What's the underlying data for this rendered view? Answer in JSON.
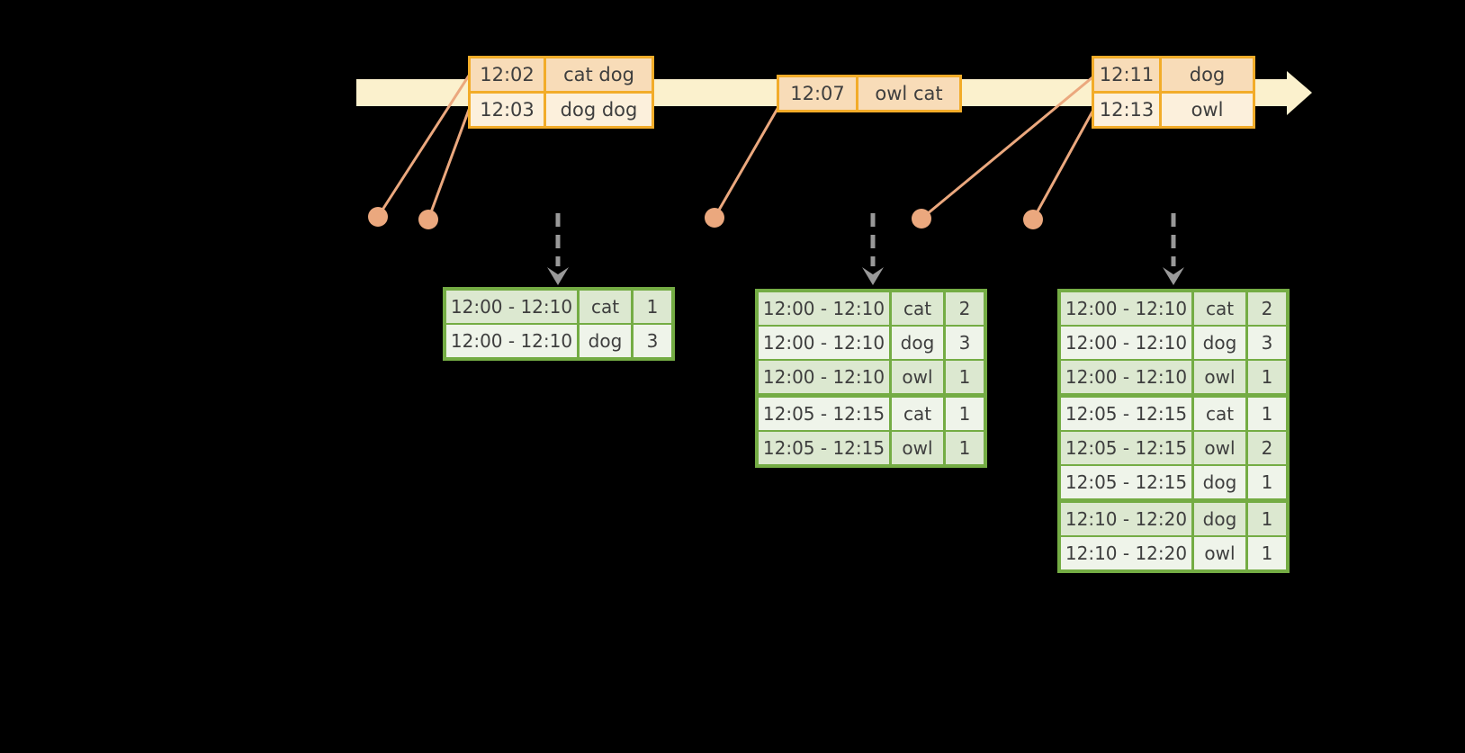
{
  "diagram": {
    "title": "windowed-grouped-aggregation-stream",
    "colors": {
      "background": "#000000",
      "timeline_fill": "#FBF1CD",
      "event_table_border": "#F2AC29",
      "event_row_peach": "#F8DCB8",
      "event_row_cream": "#FCF0DC",
      "connector_salmon": "#EBA87E",
      "result_table_border": "#74AC44",
      "result_row_dark": "#DCE8D0",
      "result_row_light": "#EFF4EA",
      "trigger_arrow_gray": "#999999",
      "text": "#3E3E3E"
    },
    "timeline": {
      "events": [
        {
          "time": "12:02",
          "data": "cat dog"
        },
        {
          "time": "12:03",
          "data": "dog dog"
        },
        {
          "time": "12:07",
          "data": "owl cat"
        },
        {
          "time": "12:11",
          "data": "dog"
        },
        {
          "time": "12:13",
          "data": "owl"
        }
      ]
    },
    "event_tables": [
      {
        "rows": [
          {
            "time": "12:02",
            "value": "cat dog"
          },
          {
            "time": "12:03",
            "value": "dog dog"
          }
        ]
      },
      {
        "rows": [
          {
            "time": "12:07",
            "value": "owl cat"
          }
        ]
      },
      {
        "rows": [
          {
            "time": "12:11",
            "value": "dog"
          },
          {
            "time": "12:13",
            "value": "owl"
          }
        ]
      }
    ],
    "result_tables": [
      {
        "rows": [
          {
            "window": "12:00 - 12:10",
            "animal": "cat",
            "count": "1"
          },
          {
            "window": "12:00 - 12:10",
            "animal": "dog",
            "count": "3"
          }
        ]
      },
      {
        "rows": [
          {
            "window": "12:00 - 12:10",
            "animal": "cat",
            "count": "2"
          },
          {
            "window": "12:00 - 12:10",
            "animal": "dog",
            "count": "3"
          },
          {
            "window": "12:00 - 12:10",
            "animal": "owl",
            "count": "1"
          },
          {
            "window": "12:05 - 12:15",
            "animal": "cat",
            "count": "1"
          },
          {
            "window": "12:05 - 12:15",
            "animal": "owl",
            "count": "1"
          }
        ]
      },
      {
        "rows": [
          {
            "window": "12:00 - 12:10",
            "animal": "cat",
            "count": "2"
          },
          {
            "window": "12:00 - 12:10",
            "animal": "dog",
            "count": "3"
          },
          {
            "window": "12:00 - 12:10",
            "animal": "owl",
            "count": "1"
          },
          {
            "window": "12:05 - 12:15",
            "animal": "cat",
            "count": "1"
          },
          {
            "window": "12:05 - 12:15",
            "animal": "owl",
            "count": "2"
          },
          {
            "window": "12:05 - 12:15",
            "animal": "dog",
            "count": "1"
          },
          {
            "window": "12:10 - 12:20",
            "animal": "dog",
            "count": "1"
          },
          {
            "window": "12:10 - 12:20",
            "animal": "owl",
            "count": "1"
          }
        ]
      }
    ]
  }
}
